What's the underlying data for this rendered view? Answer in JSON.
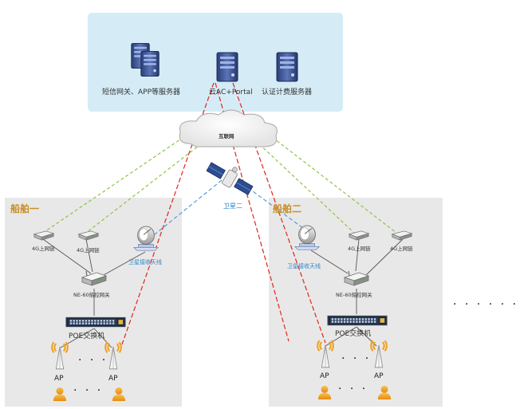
{
  "cloud_services": {
    "sms_app_servers": "短信网关、APP等服务器",
    "cloud_ac_portal": "云AC+Portal",
    "auth_billing": "认证计费服务器"
  },
  "internet_label": "互联网",
  "satellite_label": "卫星二",
  "ship1": {
    "title": "船舶一",
    "uplink_left": "4G上网链",
    "uplink_right": "4G上网链",
    "satellite_antenna": "卫星接收天线",
    "gateway": "NE-60船控网关",
    "switch": "POE交换机",
    "ap_left": "AP",
    "ap_right": "AP",
    "ellipsis": "· · ·"
  },
  "ship2": {
    "title": "船舶二",
    "uplink_left": "4G上网链",
    "uplink_right": "4G上网链",
    "satellite_antenna": "卫星接收天线",
    "gateway": "NE-60船控网关",
    "switch": "POE交换机",
    "ap_left": "AP",
    "ap_right": "AP",
    "ellipsis": "· · ·"
  },
  "more_ships": "· · · · · ·",
  "colors": {
    "cloud_panel": "#d5ecf6",
    "ship_panel": "#e8e8e8",
    "link_4g": "#8cc63f",
    "link_satellite": "#5b9bd5",
    "link_portal": "#e0261e",
    "title_gold": "#c8912a"
  }
}
